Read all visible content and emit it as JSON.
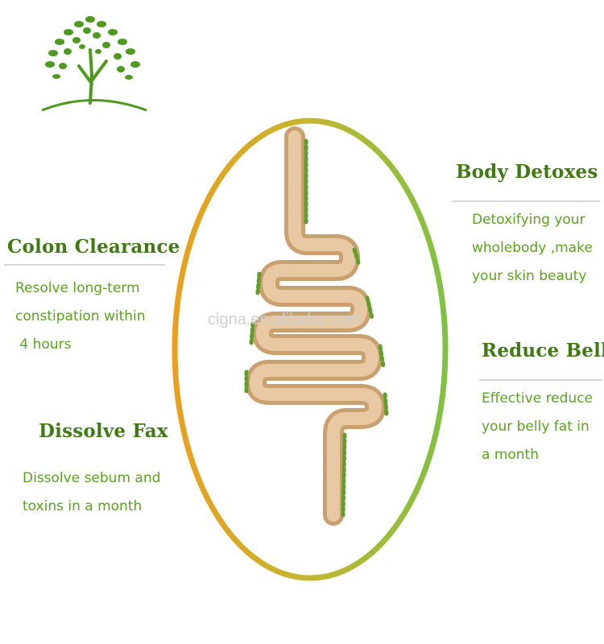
{
  "watermark": "cigna.en.alibaba.com",
  "sections": {
    "colon": {
      "title": "Colon Clearance",
      "lines": [
        "Resolve long-term",
        "constipation within",
        " 4 hours"
      ]
    },
    "dissolve": {
      "title": "Dissolve Fax",
      "lines": [
        "Dissolve sebum and",
        "toxins in a month"
      ]
    },
    "detox": {
      "title": "Body Detoxes",
      "lines": [
        "Detoxifying your",
        "wholebody ,make",
        "your skin beauty"
      ]
    },
    "belly": {
      "title": "Reduce Belly",
      "lines": [
        "Effective reduce",
        "your belly fat in",
        "a month"
      ]
    }
  },
  "colors": {
    "heading": "#3f7a12",
    "text": "#5aa31e",
    "ring_orange": "#eaa22a",
    "ring_green": "#8cc63f",
    "tree": "#4e9a1e"
  },
  "icons": {
    "logo": "tree-icon",
    "center": "intestine-illustration"
  }
}
